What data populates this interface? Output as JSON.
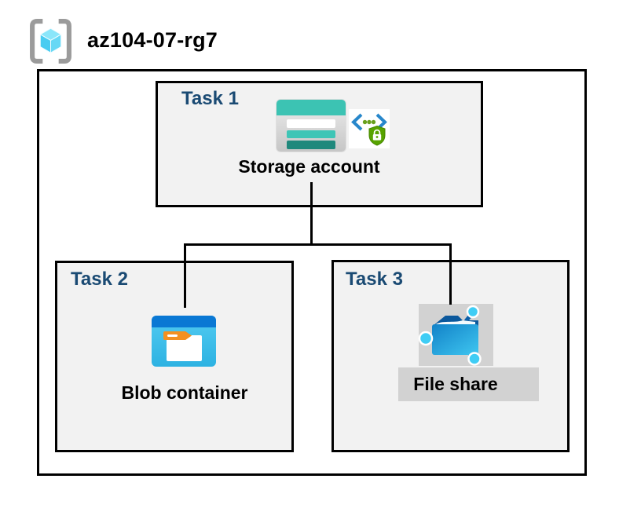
{
  "header": {
    "title": "az104-07-rg7",
    "icon": "resource-group-icon"
  },
  "tasks": [
    {
      "id": "task-1",
      "label": "Task 1",
      "entity": "Storage account",
      "icons": [
        "storage-account-icon",
        "secure-access-icon"
      ]
    },
    {
      "id": "task-2",
      "label": "Task 2",
      "entity": "Blob container",
      "icons": [
        "blob-container-icon"
      ]
    },
    {
      "id": "task-3",
      "label": "Task 3",
      "entity": "File share",
      "icons": [
        "file-share-icon"
      ]
    }
  ],
  "connections": [
    {
      "from": "Storage account",
      "to": "Blob container"
    },
    {
      "from": "Storage account",
      "to": "File share"
    }
  ],
  "colors": {
    "task_label": "#1A4A73",
    "box_fill": "#F2F2F2",
    "box_border": "#000000",
    "storage_teal": "#3CC3B3",
    "storage_teal_dark": "#1F887C",
    "blob_header_blue": "#0A78D4",
    "blob_body_cyan": "#3FC1EC",
    "folder_tab_orange": "#F3901F",
    "file_share_blue": "#1282C8",
    "node_cyan": "#3FCDF5",
    "shield_green": "#57A300",
    "bracket_blue": "#2787CB",
    "rg_bracket_gray": "#9B9B9B",
    "gray_label_band": "#D2D2D2"
  }
}
